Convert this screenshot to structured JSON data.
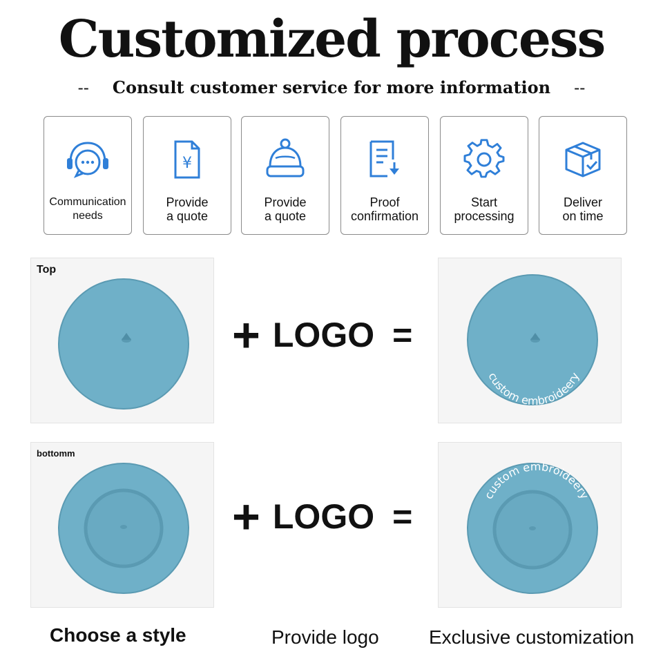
{
  "header": {
    "title": "Customized process",
    "subtitle": "Consult customer service for more information",
    "dash_left": "--",
    "dash_right": "--"
  },
  "steps": [
    {
      "line1": "Communication",
      "line2": "needs",
      "icon": "headset-chat-icon"
    },
    {
      "line1": "Provide",
      "line2": "a  quote",
      "icon": "yen-document-icon"
    },
    {
      "line1": "Provide",
      "line2": "a  quote",
      "icon": "beanie-hat-icon"
    },
    {
      "line1": "Proof",
      "line2": "confirmation",
      "icon": "document-download-icon"
    },
    {
      "line1": "Start",
      "line2": "processing",
      "icon": "gear-icon"
    },
    {
      "line1": "Deliver",
      "line2": "on  time",
      "icon": "package-check-icon"
    }
  ],
  "panels": {
    "top_label": "Top",
    "bottom_label": "bottomm",
    "embroidery_text": "custom  embroideery"
  },
  "equation": {
    "plus": "+",
    "logo": "LOGO",
    "equals": "="
  },
  "captions": {
    "choose": "Choose a style",
    "provide": "Provide logo",
    "exclusive": "Exclusive customization"
  },
  "colors": {
    "accent_blue": "#2f7fd8",
    "beret": "#6fb0c8",
    "beret_shadow": "#5a9ab2"
  }
}
